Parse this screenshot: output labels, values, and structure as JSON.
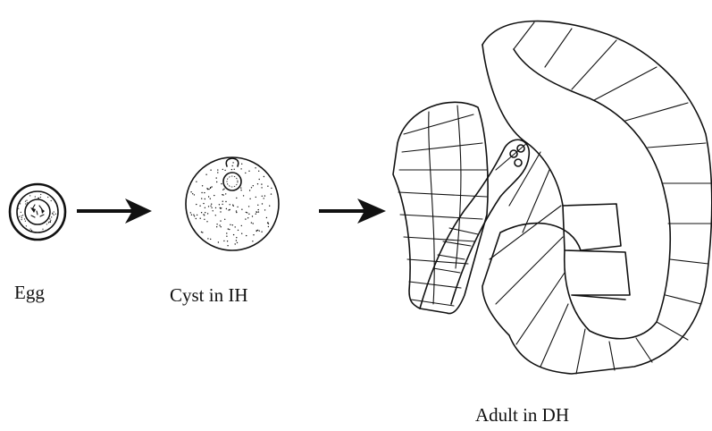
{
  "stages": [
    {
      "id": "egg",
      "label": "Egg"
    },
    {
      "id": "cyst",
      "label": "Cyst in IH"
    },
    {
      "id": "adult",
      "label": "Adult in DH"
    }
  ],
  "colors": {
    "ink": "#111111",
    "background": "#ffffff"
  }
}
